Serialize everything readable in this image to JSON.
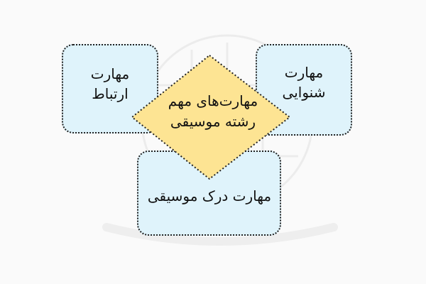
{
  "diagram": {
    "center": {
      "label": "مهارت‌های مهم\nرشته موسیقی"
    },
    "nodes": {
      "left": {
        "label": "مهارت\nارتباط"
      },
      "right": {
        "label": "مهارت\nشنوایی"
      },
      "bottom": {
        "label": "مهارت درک موسیقی"
      }
    }
  },
  "colors": {
    "box_fill": "#dff3fb",
    "diamond_fill": "#fde493",
    "border": "#222222",
    "background": "#fafafa"
  }
}
